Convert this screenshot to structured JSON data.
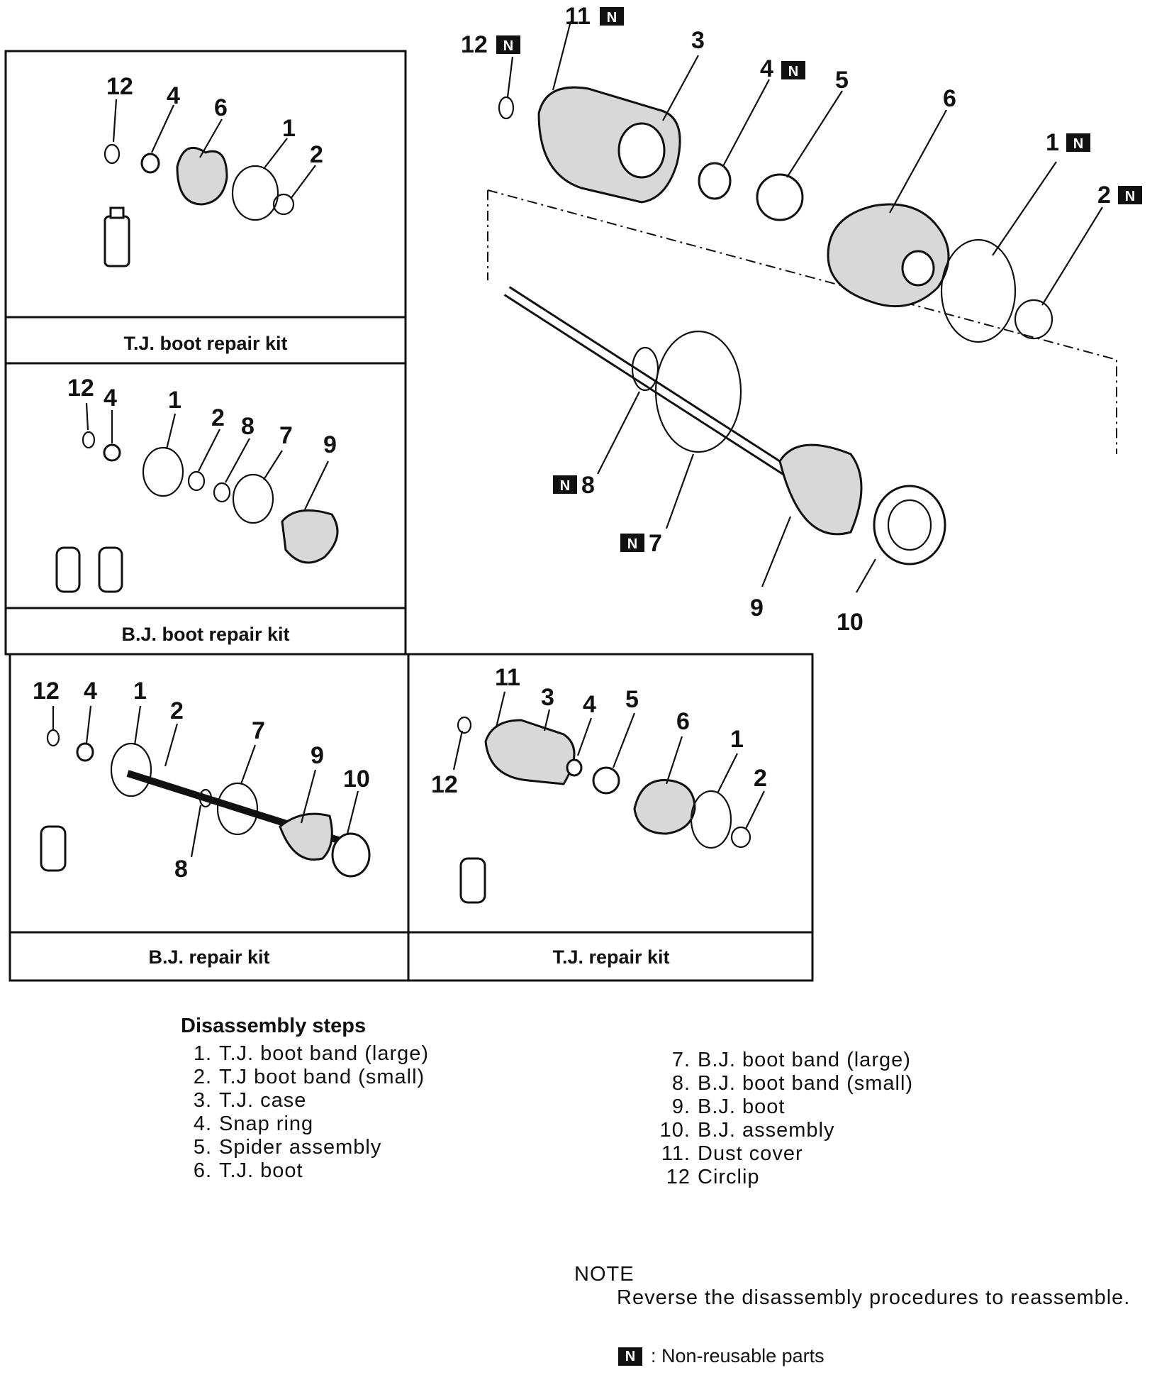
{
  "kits": {
    "tj_boot": {
      "title": "T.J. boot repair kit"
    },
    "bj_boot": {
      "title": "B.J. boot repair kit"
    },
    "bj_repair": {
      "title": "B.J. repair kit"
    },
    "tj_repair": {
      "title": "T.J. repair kit"
    }
  },
  "callouts": {
    "tj_boot": [
      "12",
      "4",
      "6",
      "1",
      "2"
    ],
    "bj_boot": [
      "12",
      "4",
      "1",
      "2",
      "8",
      "7",
      "9"
    ],
    "bj_repair": [
      "12",
      "4",
      "1",
      "2",
      "7",
      "9",
      "10",
      "8"
    ],
    "tj_repair": [
      "11",
      "3",
      "4",
      "5",
      "6",
      "1",
      "2",
      "12"
    ],
    "main": [
      "11",
      "12",
      "3",
      "4",
      "5",
      "6",
      "1",
      "2",
      "8",
      "7",
      "9",
      "10"
    ]
  },
  "nonreusable_mark": "N",
  "steps": {
    "title": "Disassembly steps",
    "items": [
      {
        "no": "1.",
        "label": "T.J. boot band (large)"
      },
      {
        "no": "2.",
        "label": "T.J boot band (small)"
      },
      {
        "no": "3.",
        "label": "T.J. case"
      },
      {
        "no": "4.",
        "label": "Snap ring"
      },
      {
        "no": "5.",
        "label": "Spider assembly"
      },
      {
        "no": "6.",
        "label": "T.J. boot"
      },
      {
        "no": "7.",
        "label": "B.J. boot band (large)"
      },
      {
        "no": "8.",
        "label": "B.J. boot band (small)"
      },
      {
        "no": "9.",
        "label": "B.J. boot"
      },
      {
        "no": "10.",
        "label": "B.J. assembly"
      },
      {
        "no": "11.",
        "label": "Dust cover"
      },
      {
        "no": "12",
        "label": "Circlip"
      }
    ]
  },
  "note": {
    "title": "NOTE",
    "text": "Reverse the disassembly procedures to reassemble."
  },
  "legend": {
    "label": ": Non-reusable parts"
  }
}
